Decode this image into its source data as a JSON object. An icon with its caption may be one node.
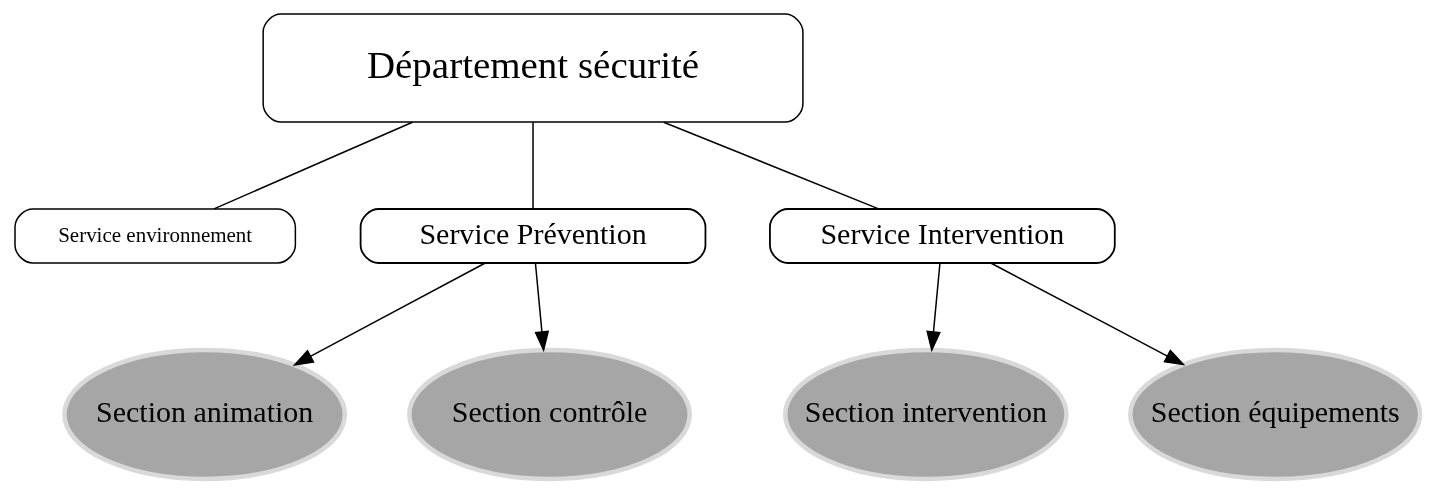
{
  "diagram": {
    "nodes": [
      {
        "text": [
          "Département sécurité"
        ]
      },
      {
        "text": [
          "Service environnement"
        ]
      },
      {
        "text": [
          "Service Prévention"
        ]
      },
      {
        "text": [
          "Service Intervention"
        ]
      },
      {
        "text": [
          "Section animation"
        ]
      },
      {
        "text": [
          "Section contrôle"
        ]
      },
      {
        "text": [
          "Section intervention"
        ]
      },
      {
        "text": [
          "Section équipements"
        ]
      }
    ],
    "edges": [
      {
        "from": 0,
        "to": 1,
        "arrow": "none"
      },
      {
        "from": 0,
        "to": 2,
        "arrow": "none"
      },
      {
        "from": 0,
        "to": 3,
        "arrow": "none"
      },
      {
        "from": 2,
        "to": 4,
        "arrow": "to"
      },
      {
        "from": 2,
        "to": 5,
        "arrow": "to"
      },
      {
        "from": 3,
        "to": 6,
        "arrow": "to"
      },
      {
        "from": 3,
        "to": 7,
        "arrow": "to"
      }
    ]
  }
}
